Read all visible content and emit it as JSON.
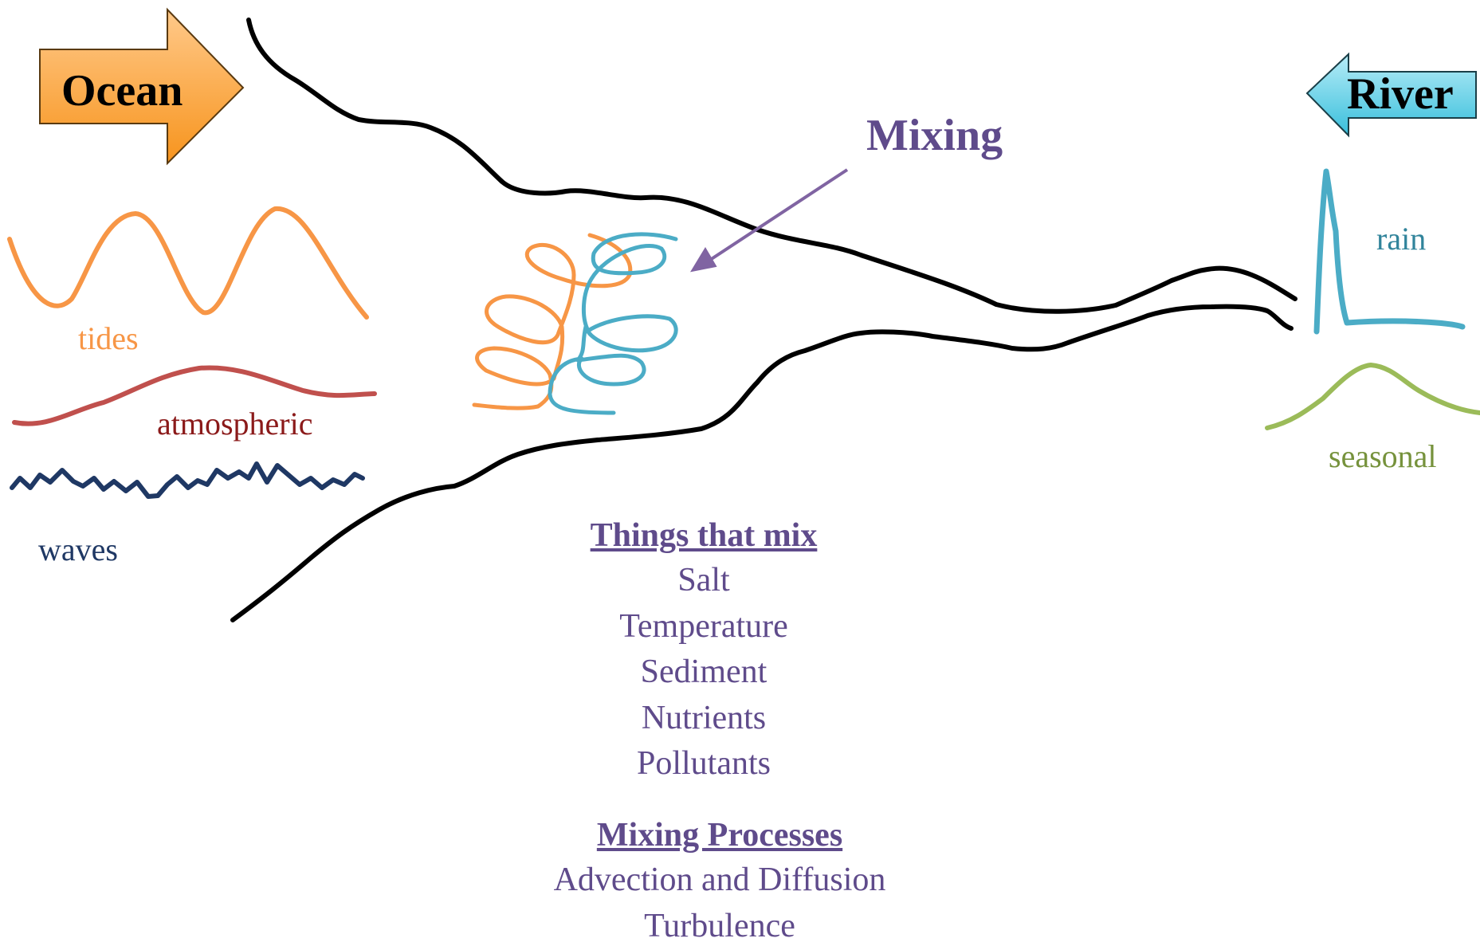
{
  "labels": {
    "ocean": "Ocean",
    "river": "River",
    "mixing": "Mixing",
    "tides": "tides",
    "atmospheric": "atmospheric",
    "waves": "waves",
    "rain": "rain",
    "seasonal": "seasonal"
  },
  "things_that_mix": {
    "heading": "Things that mix",
    "items": [
      "Salt",
      "Temperature",
      "Sediment",
      "Nutrients",
      "Pollutants"
    ]
  },
  "mixing_processes": {
    "heading": "Mixing Processes",
    "items": [
      "Advection and Diffusion",
      "Turbulence"
    ]
  },
  "colors": {
    "ocean_arrow": "#f7941d",
    "river_arrow": "#4fc6e0",
    "mixing": "#5f4b8b",
    "mixing_arrow": "#8064a2",
    "tides": "#f79646",
    "atmospheric": "#c0504d",
    "atmospheric_text": "#8b1a1a",
    "waves": "#1f3864",
    "rain": "#4bacc6",
    "rain_text": "#31849b",
    "seasonal": "#9bbb59",
    "seasonal_text": "#76923c",
    "banks": "#000000"
  },
  "icons": {
    "ocean_arrow": "right-block-arrow",
    "river_arrow": "left-block-arrow",
    "mixing_arrow": "pointer-arrow"
  }
}
